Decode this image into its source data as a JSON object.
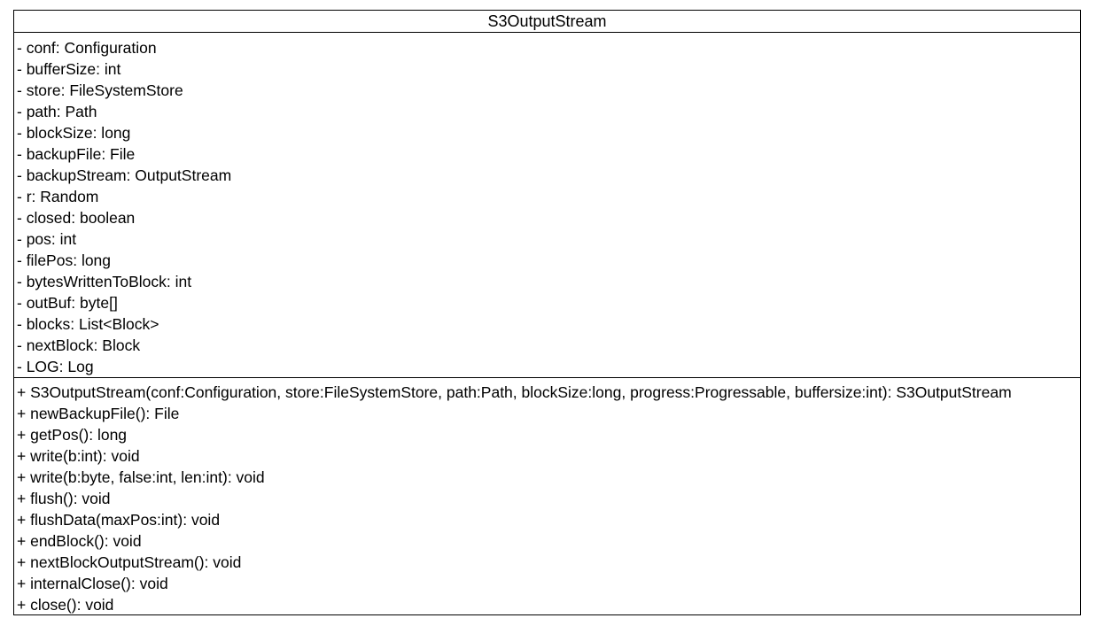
{
  "class_name": "S3OutputStream",
  "attributes": [
    "- conf: Configuration",
    "- bufferSize: int",
    "- store: FileSystemStore",
    "- path: Path",
    "- blockSize: long",
    "- backupFile: File",
    "- backupStream: OutputStream",
    "- r: Random",
    "- closed: boolean",
    "- pos: int",
    "- filePos: long",
    "- bytesWrittenToBlock: int",
    "- outBuf: byte[]",
    "- blocks: List<Block>",
    "- nextBlock: Block",
    "- LOG: Log"
  ],
  "operations": [
    "+ S3OutputStream(conf:Configuration, store:FileSystemStore, path:Path, blockSize:long, progress:Progressable, buffersize:int): S3OutputStream",
    "+ newBackupFile(): File",
    "+ getPos(): long",
    "+ write(b:int): void",
    "+ write(b:byte, false:int, len:int): void",
    "+ flush(): void",
    "+ flushData(maxPos:int): void",
    "+ endBlock(): void",
    "+ nextBlockOutputStream(): void",
    "+ internalClose(): void",
    "+ close(): void"
  ]
}
